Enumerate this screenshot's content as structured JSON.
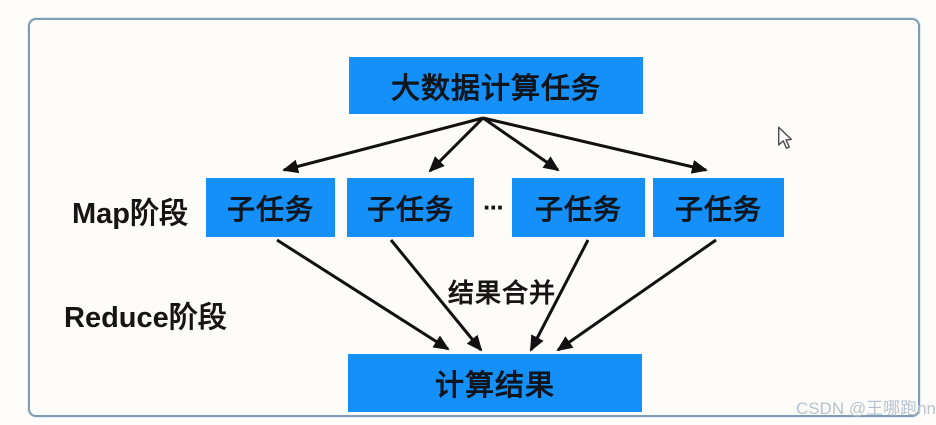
{
  "diagram": {
    "title_node": "大数据计算任务",
    "subtask_nodes": [
      "子任务",
      "子任务",
      "子任务",
      "子任务"
    ],
    "ellipsis": "···",
    "map_phase_label": "Map阶段",
    "reduce_phase_label": "Reduce阶段",
    "merge_label": "结果合并",
    "result_node": "计算结果"
  },
  "watermark": "CSDN @王哪跑nn",
  "colors": {
    "node_fill": "#1490f8",
    "node_text": "#10151c",
    "arrow": "#111111",
    "panel_border": "#7e9cb4",
    "watermark_text": "#b6c3cf",
    "background": "#fdfcf8"
  }
}
